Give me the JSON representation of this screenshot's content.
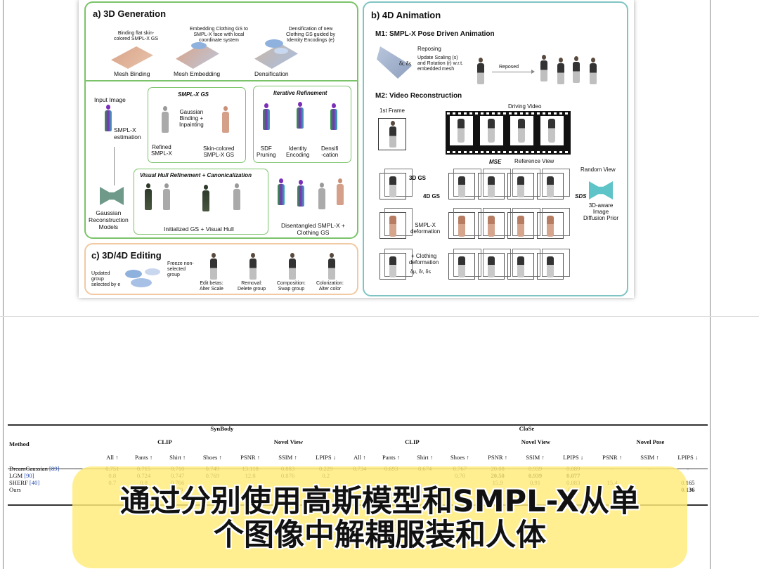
{
  "figure": {
    "panel_a": {
      "title": "a) 3D Generation",
      "notes": [
        "Binding flat skin-\ncolored SMPL-X GS",
        "Embedding Clothing GS to\nSMPL-X face with local\ncoordinate system",
        "Densification of new\nClothing GS guided by\nIdentity Encodings (e)"
      ],
      "steps": [
        "Mesh Binding",
        "Mesh Embedding",
        "Densification"
      ],
      "input_image": "Input Image",
      "smplx_est": "SMPL-X\nestimation",
      "smplx_gs_title": "SMPL-X GS",
      "gaussian_binding": "Gaussian\nBinding +\nInpainting",
      "refined": "Refined\nSMPL-X",
      "skin_colored": "Skin-colored\nSMPL-X GS",
      "iter_title": "Iterative Refinement",
      "sdf": "SDF\nPruning",
      "identity": "Identity\nEncoding",
      "densif": "Densifi\n-cation",
      "vh_title": "Visual Hull Refinement + Canonicalization",
      "gaussian_recon": "Gaussian\nReconstruction\nModels",
      "init_gs": "Initialized GS + Visual Hull",
      "disentangled": "Disentangled SMPL-X +\nClothing GS"
    },
    "panel_b": {
      "title": "b) 4D Animation",
      "m1": "M1: SMPL-X Pose Driven Animation",
      "reposing": "Reposing",
      "update": "Update Scaling (s)\nand Rotation (r) w.r.t.\nembedded mesh",
      "deltas": "δr, δs",
      "reposed": "Reposed",
      "m2": "M2: Video Reconstruction",
      "first_frame": "1st Frame",
      "driving_video": "Driving Video",
      "mse": "MSE",
      "ref_view": "Reference View",
      "random_view": "Random View",
      "gs3d": "3D GS",
      "gs4d": "4D GS",
      "sds": "SDS",
      "prior": "3D-aware\nImage\nDiffusion Prior",
      "smplx_def": "SMPL-X\ndeformation",
      "cloth_def": "+ Clothing\ndeformation",
      "cloth_deltas": "δμ, δr, δs"
    },
    "panel_c": {
      "title": "c) 3D/4D Editing",
      "updated": "Updated\ngroup\nselected by e",
      "freeze": "Freeze non-\nselected\ngroup",
      "edits": [
        "Edit betas:\nAlter Scale",
        "Removal:\nDelete group",
        "Composition:\nSwap group",
        "Colorization:\nAlter color"
      ]
    }
  },
  "table": {
    "method_header": "Method",
    "groups": [
      "SynBody",
      "CloSe"
    ],
    "subgroups": [
      "CLIP",
      "Novel View",
      "CLIP",
      "Novel View",
      "Novel Pose"
    ],
    "columns": [
      "All ↑",
      "Pants ↑",
      "Shirt ↑",
      "Shoes ↑",
      "PSNR ↑",
      "SSIM ↑",
      "LPIPS ↓",
      "All ↑",
      "Pants ↑",
      "Shirt ↑",
      "Shoes ↑",
      "PSNR ↑",
      "SSIM ↑",
      "LPIPS ↓",
      "PSNR ↑",
      "SSIM ↑",
      "LPIPS ↓"
    ],
    "rows": [
      {
        "method": "DreamGaussian",
        "ref": "[89]",
        "values": [
          "0.751",
          "0.715",
          "0.710",
          "0.749",
          "13.118",
          "0.883",
          "0.229",
          "0.734",
          "0.693",
          "0.674",
          "0.767",
          "20.08",
          "0.939",
          "0.089",
          "-",
          "-",
          "-"
        ]
      },
      {
        "method": "LGM",
        "ref": "[90]",
        "values": [
          "0.8",
          "0.724",
          "0.747",
          "0.769",
          "12.8",
          "0.876",
          "0.2",
          "",
          "",
          "",
          "0.78",
          "20.50",
          "0.939",
          "0.077",
          "",
          "",
          ""
        ]
      },
      {
        "method": "SHERF",
        "ref": "[40]",
        "values": [
          "0.7",
          "0.8",
          "0.766",
          "",
          "",
          "",
          "",
          "",
          "",
          "",
          "",
          "15.9",
          "0.91",
          "0.083",
          "15.4",
          "",
          "0.165"
        ]
      },
      {
        "method": "Ours",
        "ref": "",
        "values": [
          "",
          "",
          "0.79",
          "",
          "",
          "",
          "",
          "",
          "",
          "",
          "",
          "",
          "",
          "0.07",
          "",
          "",
          "0.136"
        ]
      }
    ]
  },
  "caption": {
    "line1": "通过分别使用高斯模型和SMPL-X从单",
    "line2": "个图像中解耦服装和人体"
  },
  "colors": {
    "panel_a": "#7bc36a",
    "panel_b": "#7fc4c4",
    "panel_c": "#f1c9a3",
    "caption_bg": "#ffeb78"
  }
}
